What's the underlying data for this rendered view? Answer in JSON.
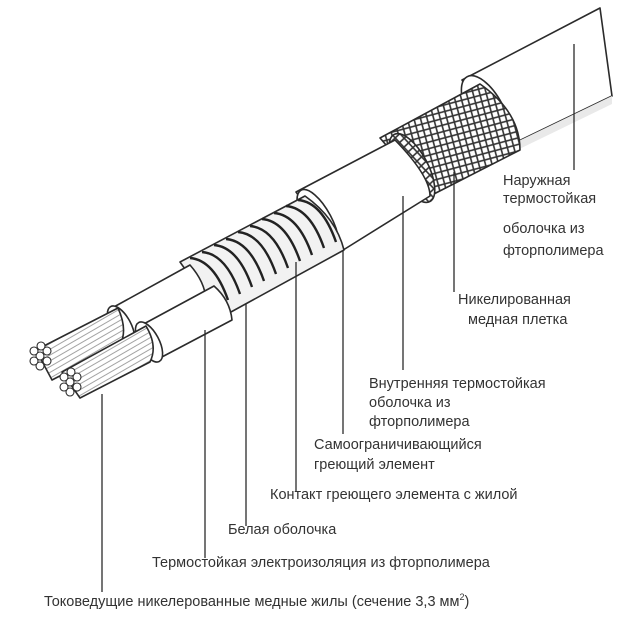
{
  "diagram": {
    "labels": {
      "outer_jacket_line1": "Наружная",
      "outer_jacket_line2": "термостойкая",
      "outer_jacket_line3": "оболочка из",
      "outer_jacket_line4": "фторполимера",
      "braid_line1": "Никелированная",
      "braid_line2": "медная плетка",
      "inner_jacket_line1": "Внутренняя термостойкая",
      "inner_jacket_line2": "оболочка из",
      "inner_jacket_line3": "фторполимера",
      "heating_element_line1": "Самоограничивающийся",
      "heating_element_line2": "греющий элемент",
      "contact": "Контакт греющего элемента с жилой",
      "white_sheath": "Белая оболочка",
      "insulation": "Термостойкая электроизоляция из фторполимера",
      "conductors": "Токоведущие никелерованные медные жилы (сечение 3,3 мм",
      "conductors_sup": "2",
      "conductors_end": ")"
    },
    "colors": {
      "line": "#2b2b2b",
      "fill": "#ffffff",
      "shade": "#e9e9e9",
      "braid": "#3a3a3a"
    }
  }
}
